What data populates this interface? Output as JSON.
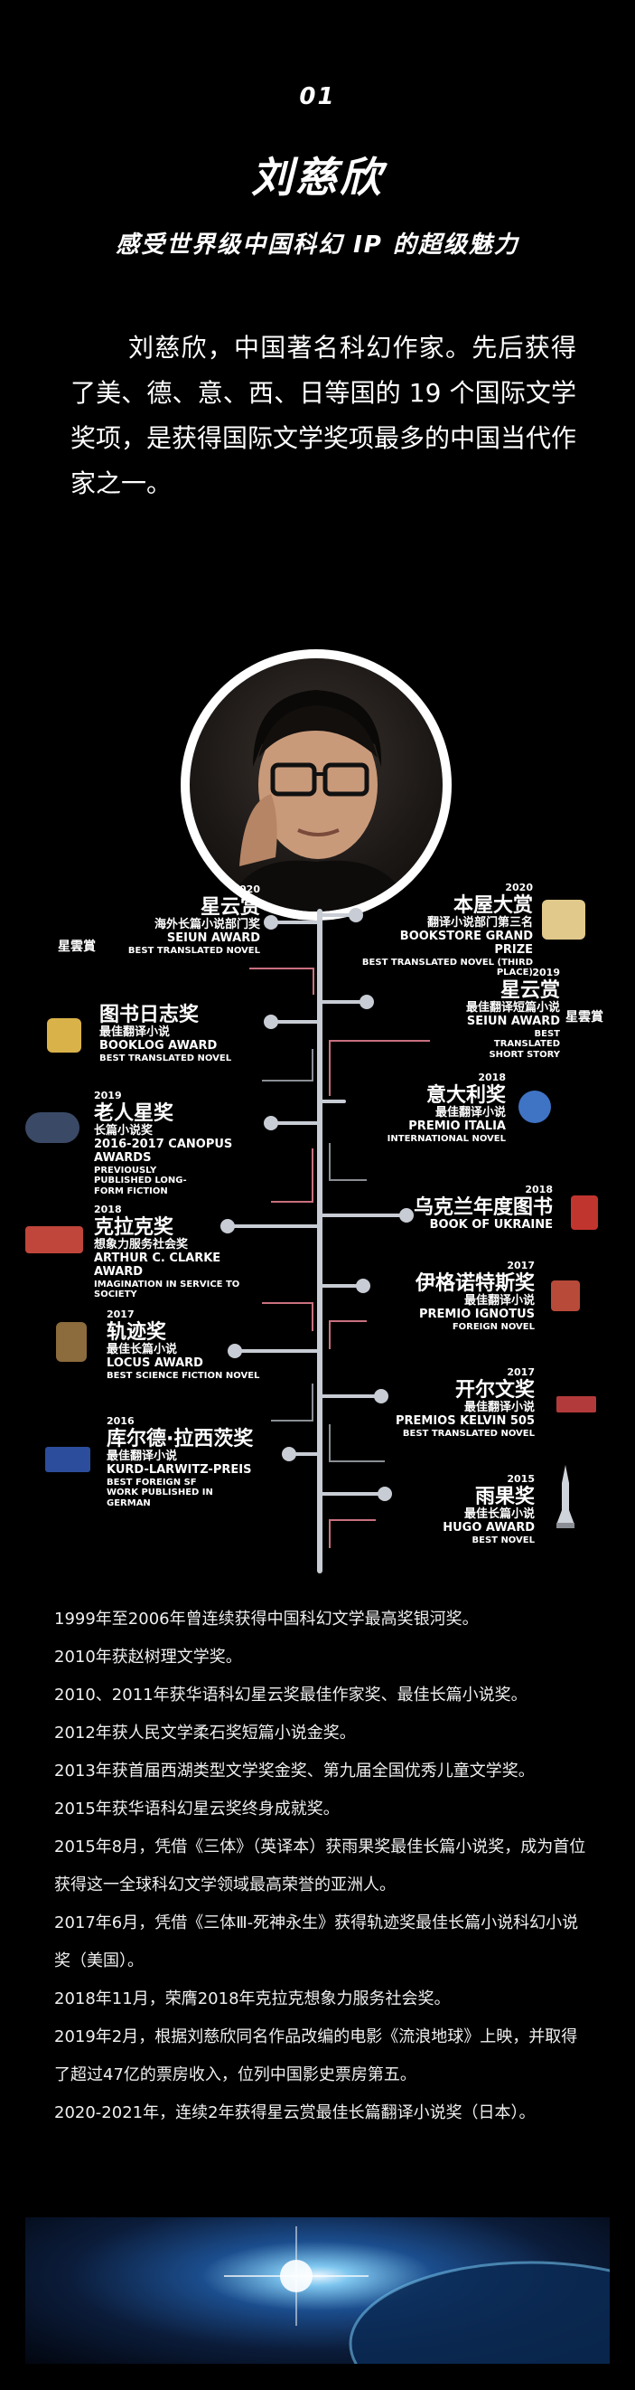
{
  "header": {
    "number": "01",
    "name": "刘慈欣",
    "tagline": "感受世界级中国科幻 IP 的超级魅力"
  },
  "intro": "刘慈欣，中国著名科幻作家。先后获得了美、德、意、西、日等国的 19 个国际文学奖项，是获得国际文学奖项最多的中国当代作家之一。",
  "left_awards": [
    {
      "year": "2020",
      "zh": "星云赏",
      "sub": "海外长篇小说部门奖",
      "en": "SEIUN AWARD",
      "desc": "BEST TRANSLATED NOVEL",
      "logo": "星雲賞",
      "logo_color": "#ffffff"
    },
    {
      "year": "",
      "zh": "图书日志奖",
      "sub": "最佳翻译小说",
      "en": "BOOKLOG AWARD",
      "desc": "BEST TRANSLATED NOVEL",
      "logo": "booklog-icon",
      "logo_color": "#d9b24a"
    },
    {
      "year": "2019",
      "zh": "老人星奖",
      "sub": "长篇小说奖",
      "en": "2016-2017 CANOPUS AWARDS",
      "desc": "PREVIOUSLY PUBLISHED LONG-FORM FICTION",
      "logo": "canopus-icon",
      "logo_color": "#7b8ea8"
    },
    {
      "year": "2018",
      "zh": "克拉克奖",
      "sub": "想象力服务社会奖",
      "en": "ARTHUR C. CLARKE AWARD",
      "desc": "IMAGINATION IN SERVICE TO SOCIETY",
      "logo": "clarke-icon",
      "logo_color": "#c0453a"
    },
    {
      "year": "2017",
      "zh": "轨迹奖",
      "sub": "最佳长篇小说",
      "en": "LOCUS AWARD",
      "desc": "BEST SCIENCE FICTION NOVEL",
      "logo": "locus-icon",
      "logo_color": "#8c6b3c"
    },
    {
      "year": "2016",
      "zh": "库尔德·拉西茨奖",
      "sub": "最佳翻译小说",
      "en": "KURD-LARWITZ-PREIS",
      "desc": "BEST FOREIGN SF WORK PUBLISHED IN GERMAN",
      "logo": "kurd-icon",
      "logo_color": "#2b4d9b"
    }
  ],
  "right_awards": [
    {
      "year": "2020",
      "zh": "本屋大赏",
      "sub": "翻译小说部门第三名",
      "en": "BOOKSTORE GRAND PRIZE",
      "desc": "BEST TRANSLATED NOVEL (THIRD PLACE)",
      "logo": "bookstore-icon",
      "logo_color": "#e0c98a"
    },
    {
      "year": "2019",
      "zh": "星云赏",
      "sub": "最佳翻译短篇小说",
      "en": "SEIUN AWARD",
      "desc": "BEST TRANSLATED SHORT STORY",
      "logo": "星雲賞",
      "logo_color": "#ffffff"
    },
    {
      "year": "2018",
      "zh": "意大利奖",
      "sub": "最佳翻译小说",
      "en": "PREMIO ITALIA",
      "desc": "INTERNATIONAL NOVEL",
      "logo": "italia-icon",
      "logo_color": "#3f73c4"
    },
    {
      "year": "2018",
      "zh": "乌克兰年度图书",
      "sub": "",
      "en": "BOOK OF UKRAINE",
      "desc": "",
      "logo": "ukraine-icon",
      "logo_color": "#c0352e"
    },
    {
      "year": "2017",
      "zh": "伊格诺特斯奖",
      "sub": "最佳翻译小说",
      "en": "PREMIO IGNOTUS",
      "desc": "FOREIGN NOVEL",
      "logo": "ignotus-icon",
      "logo_color": "#b84a3a"
    },
    {
      "year": "2017",
      "zh": "开尔文奖",
      "sub": "最佳翻译小说",
      "en": "PREMIOS KELVIN 505",
      "desc": "BEST TRANSLATED NOVEL",
      "logo": "kelvin-icon",
      "logo_color": "#b33a3a"
    },
    {
      "year": "2015",
      "zh": "雨果奖",
      "sub": "最佳长篇小说",
      "en": "HUGO AWARD",
      "desc": "BEST NOVEL",
      "logo": "hugo-icon",
      "logo_color": "#cfd3da"
    }
  ],
  "timeline_list": [
    "1999年至2006年曾连续获得中国科幻文学最高奖银河奖。",
    "2010年获赵树理文学奖。",
    "2010、2011年获华语科幻星云奖最佳作家奖、最佳长篇小说奖。",
    "2012年获人民文学柔石奖短篇小说金奖。",
    "2013年获首届西湖类型文学奖金奖、第九届全国优秀儿童文学奖。",
    "2015年获华语科幻星云奖终身成就奖。",
    "2015年8月，凭借《三体》（英译本）获雨果奖最佳长篇小说奖，成为首位获得这一全球科幻文学领域最高荣誉的亚洲人。",
    "2017年6月，凭借《三体Ⅲ-死神永生》获得轨迹奖最佳长篇小说科幻小说奖（美国）。",
    "2018年11月，荣膺2018年克拉克想象力服务社会奖。",
    "2019年2月，根据刘慈欣同名作品改编的电影《流浪地球》上映，并取得了超过47亿的票房收入，位列中国影史票房第五。",
    "2020-2021年，连续2年获得星云赏最佳长篇翻译小说奖（日本）。"
  ]
}
